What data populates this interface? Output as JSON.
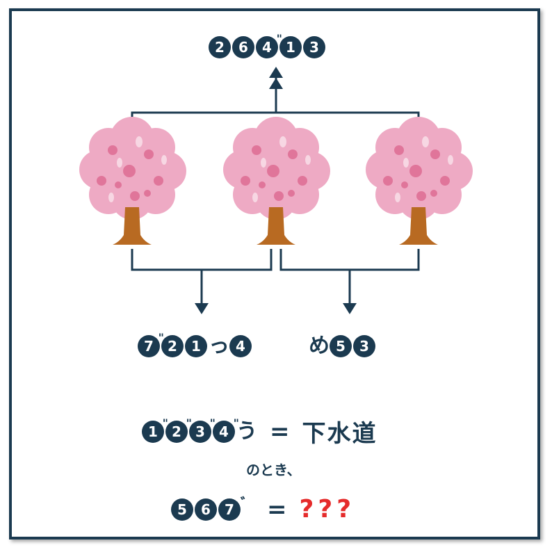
{
  "top_label": {
    "digits": [
      "2",
      "6",
      "4",
      "1",
      "3"
    ]
  },
  "left_label": {
    "d1": "7",
    "d2": "2",
    "d3": "1",
    "kana_tsu": "っ",
    "d4": "4"
  },
  "right_label": {
    "kana_me": "め",
    "d1": "5",
    "d2": "3"
  },
  "equation1": {
    "digits": [
      "1",
      "2",
      "3",
      "4"
    ],
    "kana_u": "う",
    "equals": "=",
    "answer": "下水道"
  },
  "connector": "のとき、",
  "equation2": {
    "digits": [
      "5",
      "6",
      "7"
    ],
    "dakuten": "゛",
    "equals": "=",
    "question": [
      "?",
      "?",
      "?"
    ]
  },
  "colors": {
    "navy": "#1b3a50",
    "blossom": "#eeaac4",
    "petal": "#e0759a",
    "trunk": "#b86a22",
    "question": "#e52b2b"
  }
}
